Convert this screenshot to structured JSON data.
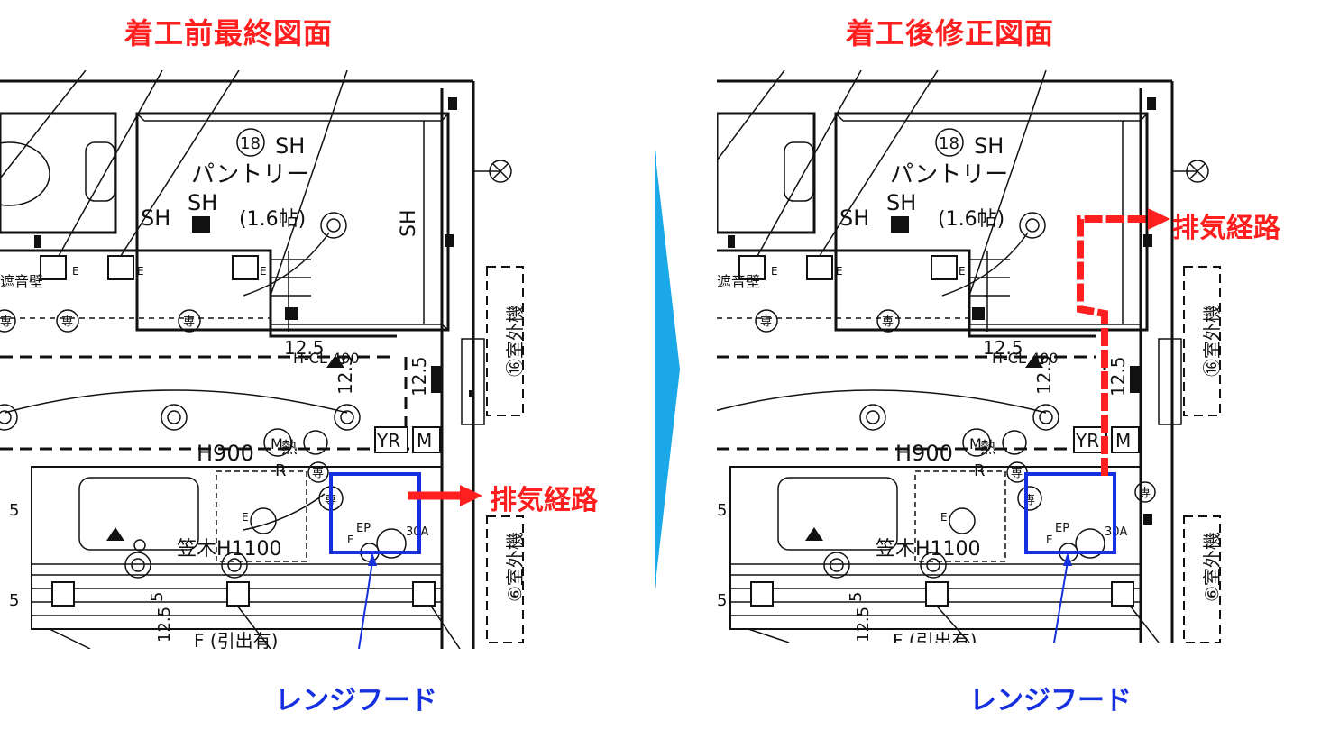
{
  "titles": {
    "before": "着工前最終図面",
    "after": "着工後修正図面"
  },
  "labels": {
    "exhaust_route": "排気経路",
    "range_hood": "レンジフード"
  },
  "plan_text": {
    "room_pantry": "パントリー",
    "room_size": "(1.6帖)",
    "shelf_sh": "SH",
    "circle_18": "18",
    "soundproof_wall": "遮音壁",
    "h900": "H900",
    "dim_12_5": "12.5",
    "dim_5": "5",
    "hcl": "H-CL 400",
    "yr": "YR",
    "m": "M",
    "heat": "熱",
    "m_small": "M",
    "r": "R",
    "kasagi": "笠木H1100",
    "f_hikide": "F (引出有)",
    "outdoor_6": "⑥室外機",
    "outdoor_16": "⑯室外機",
    "senyo": "専",
    "e": "E",
    "ep": "EP",
    "a30": "30A"
  },
  "colors": {
    "title_red": "#ff1f1f",
    "route_red": "#ff1f1f",
    "hood_blue": "#1530e0",
    "arrow_cyan": "#1aa8e8",
    "line": "#111111"
  }
}
